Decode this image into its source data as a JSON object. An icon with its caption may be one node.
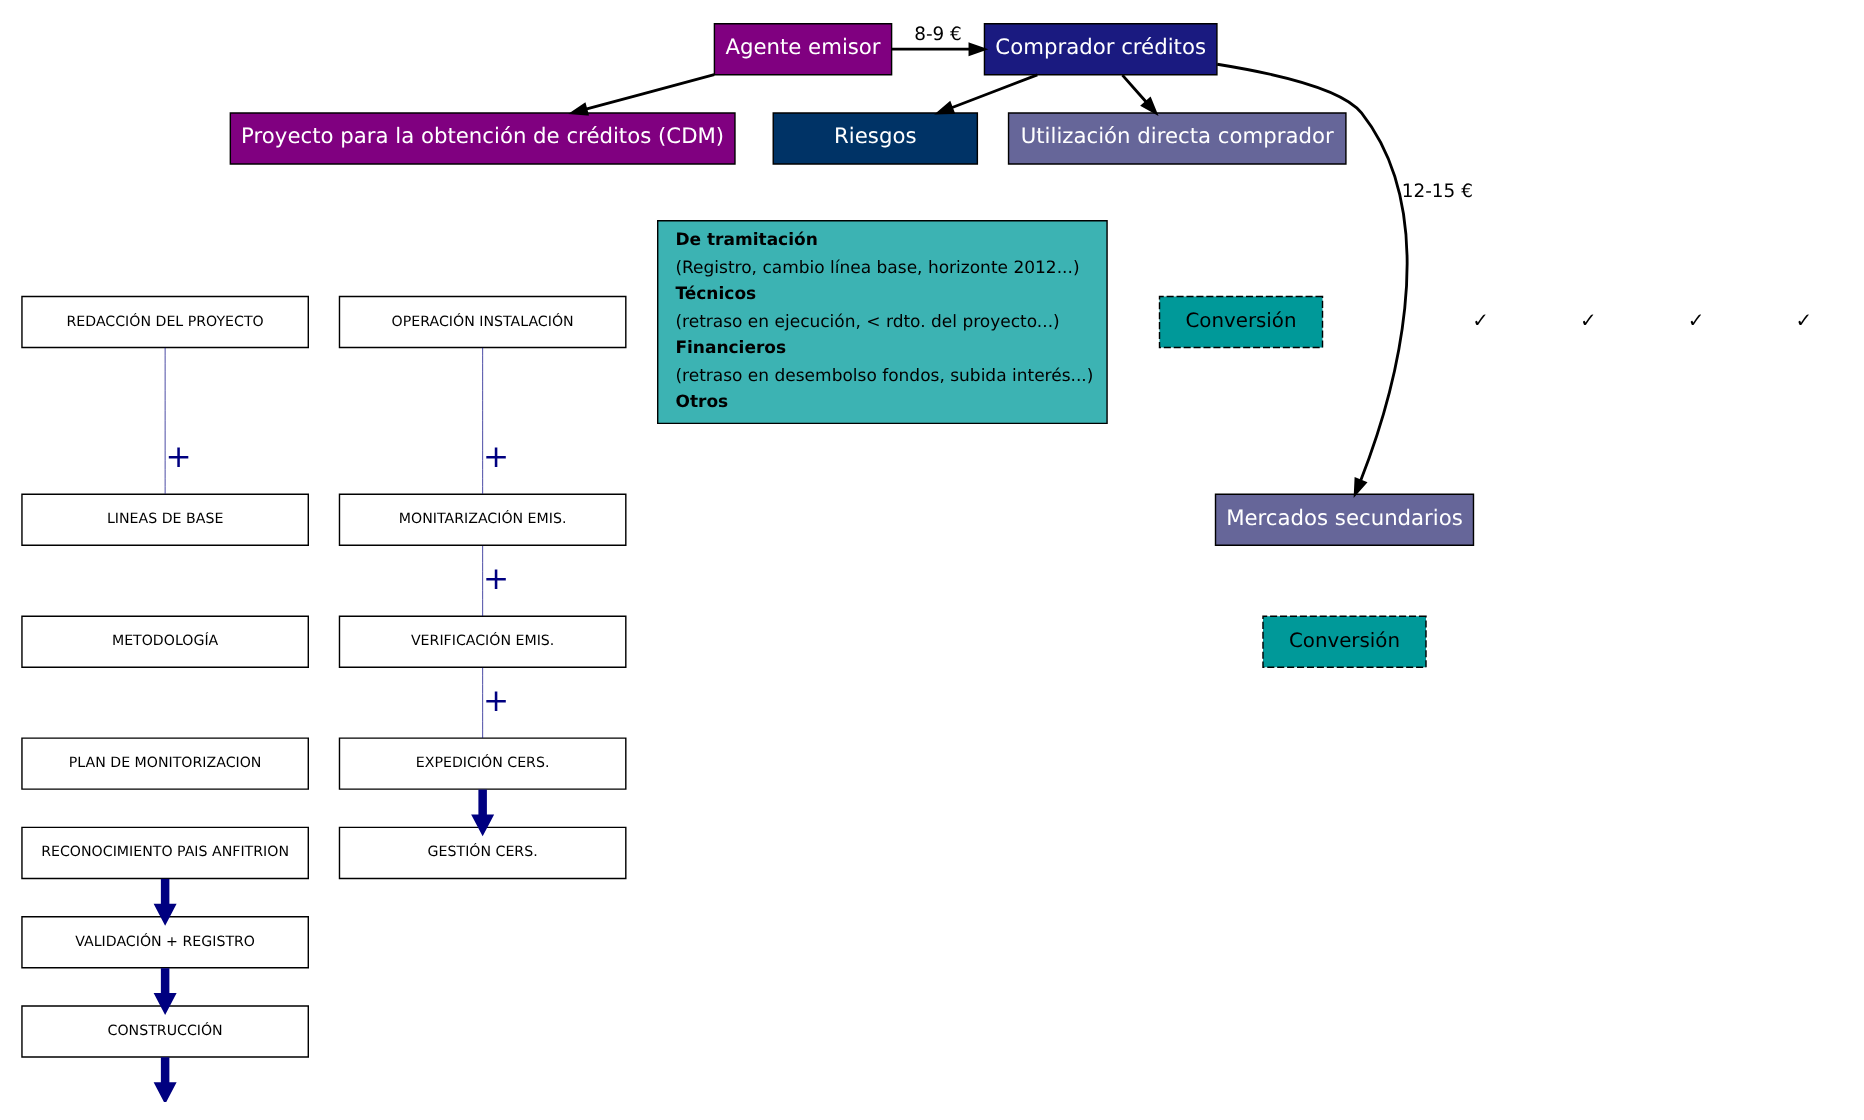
{
  "diagram": {
    "nodes": [
      {
        "text": [
          "Agente emisor"
        ]
      },
      {
        "text": [
          "Comprador créditos"
        ]
      },
      {
        "text": [
          "Proyecto para la obtención de créditos (CDM)"
        ]
      },
      {
        "text": [
          "Riesgos"
        ]
      },
      {
        "text": [
          "De tramitación",
          "(Registro, cambio línea base, horizonte 2012...)",
          "Técnicos",
          "(retraso en ejecución, < rdto. del proyecto...)",
          "Financieros",
          "(retraso en desembolso fondos, subida interés...)",
          "Otros"
        ]
      },
      {
        "text": [
          "Utilización directa comprador"
        ]
      },
      {
        "text": [
          "Conversión"
        ]
      },
      {
        "text": [
          "Mercados secundarios"
        ]
      },
      {
        "text": [
          "Conversión"
        ]
      },
      {
        "text": [
          "REDACCIÓN DEL PROYECTO"
        ]
      },
      {
        "text": [
          "LINEAS DE BASE"
        ]
      },
      {
        "text": [
          "METODOLOGÍA"
        ]
      },
      {
        "text": [
          "PLAN DE MONITORIZACION"
        ]
      },
      {
        "text": [
          "RECONOCIMIENTO PAIS ANFITRION"
        ]
      },
      {
        "text": [
          "VALIDACIÓN + REGISTRO"
        ]
      },
      {
        "text": [
          "CONSTRUCCIÓN"
        ]
      },
      {
        "text": [
          "OPERACIÓN INSTALACIÓN"
        ]
      },
      {
        "text": [
          "MONITARIZACIÓN EMIS."
        ]
      },
      {
        "text": [
          "VERIFICACIÓN EMIS."
        ]
      },
      {
        "text": [
          "EXPEDICIÓN CERS."
        ]
      },
      {
        "text": [
          "GESTIÓN CERS."
        ]
      }
    ],
    "edges": [
      {
        "from": 0,
        "to": 1,
        "arrow": "to",
        "label": "8-9 €",
        "color": "#000000"
      },
      {
        "from": 0,
        "to": 2,
        "arrow": "to",
        "color": "#000000"
      },
      {
        "from": 1,
        "to": 3,
        "arrow": "to",
        "color": "#000000"
      },
      {
        "from": 1,
        "to": 5,
        "arrow": "to",
        "color": "#000000"
      },
      {
        "from": 1,
        "to": 7,
        "arrow": "to",
        "label": "12-15 €",
        "color": "#000000"
      },
      {
        "from": 9,
        "to": 10,
        "arrow": "none",
        "label": "+",
        "color": "#000080"
      },
      {
        "from": 13,
        "to": 14,
        "arrow": "to",
        "style": "thick",
        "color": "#000080"
      },
      {
        "from": 14,
        "to": 15,
        "arrow": "to",
        "style": "thick",
        "color": "#000080"
      },
      {
        "from": 15,
        "to": null,
        "arrow": "to",
        "style": "thick",
        "color": "#000080"
      },
      {
        "from": 16,
        "to": 17,
        "arrow": "none",
        "label": "+",
        "color": "#000080"
      },
      {
        "from": 17,
        "to": 18,
        "arrow": "none",
        "label": "+",
        "color": "#000080"
      },
      {
        "from": 18,
        "to": 19,
        "arrow": "none",
        "label": "+",
        "color": "#000080"
      },
      {
        "from": 19,
        "to": 20,
        "arrow": "to",
        "style": "thick",
        "color": "#000080"
      }
    ],
    "labels": [
      "✓",
      "✓",
      "✓",
      "✓"
    ]
  }
}
